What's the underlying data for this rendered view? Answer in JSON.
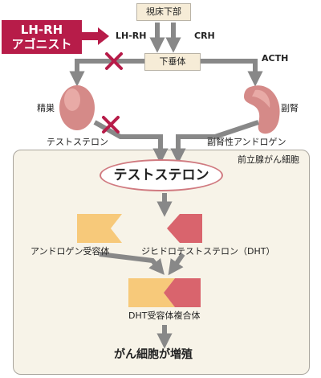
{
  "labels": {
    "hypothalamus": "視床下部",
    "lhrh": "LH-RH",
    "crh": "CRH",
    "pituitary": "下垂体",
    "acth": "ACTH",
    "agonist_line1": "LH-RH",
    "agonist_line2": "アゴニスト",
    "testis": "精巣",
    "adrenal": "副腎",
    "testosterone_small": "テストステロン",
    "adrenal_androgen": "副腎性アンドロゲン",
    "prostate_cell": "前立腺がん細胞",
    "testosterone_main": "テストステロン",
    "androgen_receptor": "アンドロゲン受容体",
    "dht": "ジヒドロテストステロン（DHT）",
    "complex": "DHT受容体複合体",
    "result": "がん細胞が増殖"
  },
  "colors": {
    "agonist_bg": "#b71c49",
    "block_mark": "#b71c49",
    "arrow": "#888888",
    "organ": "#d58a88",
    "receptor": "#f7c97a",
    "hormone": "#d9646d",
    "panel_bg": "#f7f3e8"
  }
}
